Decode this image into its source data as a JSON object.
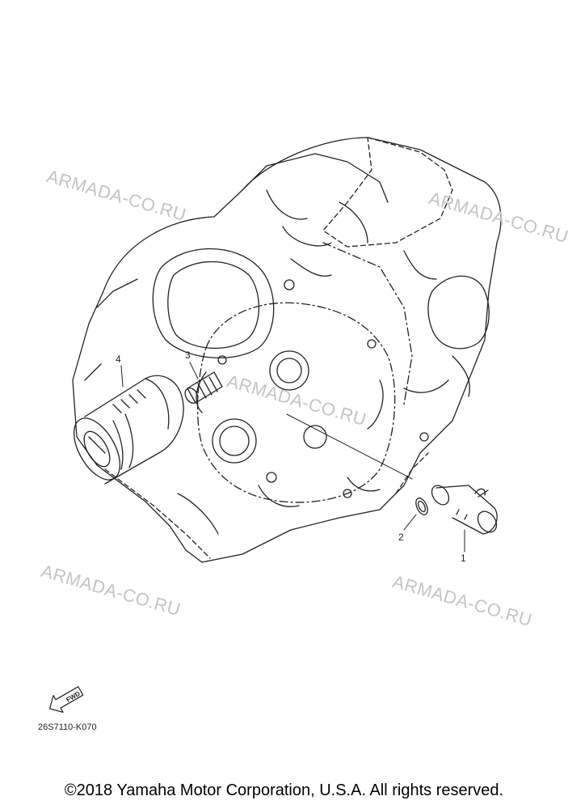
{
  "watermark": "ARMADA-CO.RU",
  "callouts": {
    "part1": "1",
    "part2": "2",
    "part3": "3",
    "part4": "4"
  },
  "fwd_label": "FWD",
  "diagram_code": "26S7110-K070",
  "copyright": "©2018 Yamaha Motor Corporation, U.S.A. All rights reserved.",
  "colors": {
    "line": "#222222",
    "watermark": "#c4c4c4",
    "background": "#ffffff"
  }
}
